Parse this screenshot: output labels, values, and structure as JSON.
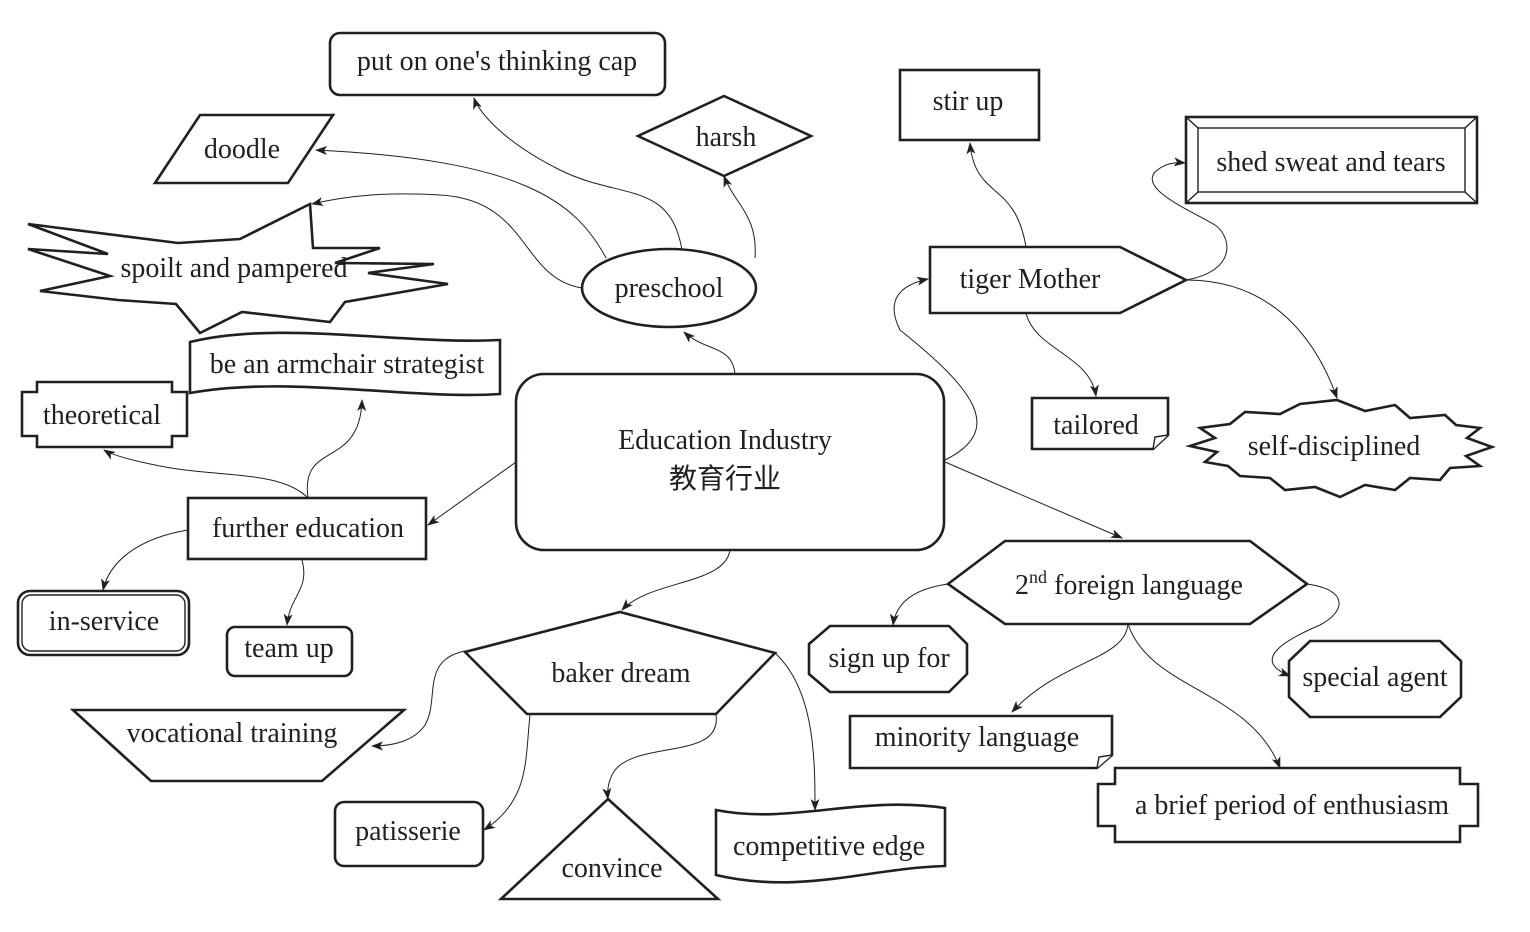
{
  "center": {
    "title_en": "Education Industry",
    "title_cn": "教育行业"
  },
  "nodes": {
    "thinking_cap": "put on one's thinking cap",
    "doodle": "doodle",
    "harsh": "harsh",
    "spoilt": "spoilt and pampered",
    "preschool": "preschool",
    "armchair": "be an armchair strategist",
    "theoretical": "theoretical",
    "further_education": "further education",
    "in_service": "in-service",
    "team_up": "team up",
    "baker_dream": "baker dream",
    "vocational": "vocational training",
    "patisserie": "patisserie",
    "convince": "convince",
    "competitive": "competitive edge",
    "stir_up": "stir up",
    "shed_sweat": "shed sweat and tears",
    "tiger_mother": "tiger Mother",
    "tailored": "tailored",
    "self_disciplined": "self-disciplined",
    "foreign_language_num": "2",
    "foreign_language_sup": "nd",
    "foreign_language_rest": "foreign language",
    "sign_up": "sign up for",
    "special_agent": "special agent",
    "minority": "minority language",
    "brief_period": "a brief period of enthusiasm"
  }
}
